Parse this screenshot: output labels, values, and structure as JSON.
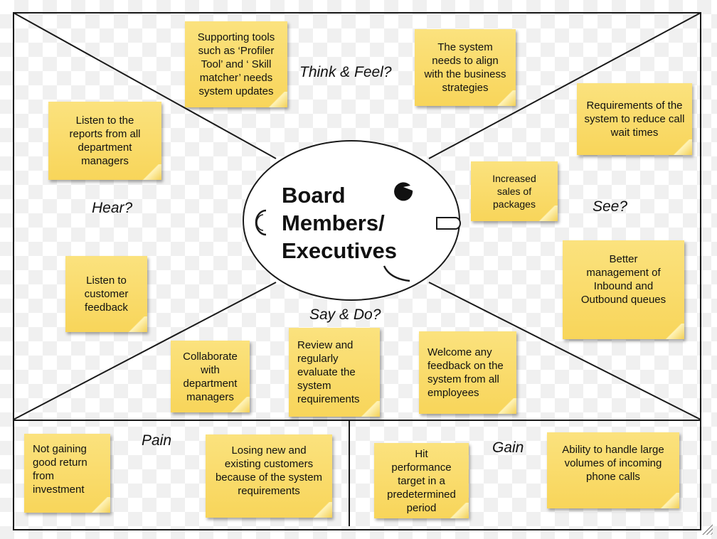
{
  "persona": {
    "line1": "Board",
    "line2": "Members/",
    "line3": "Executives"
  },
  "quadrants": {
    "think_feel": "Think & Feel?",
    "hear": "Hear?",
    "see": "See?",
    "say_do": "Say & Do?",
    "pain": "Pain",
    "gain": "Gain"
  },
  "notes": {
    "think_tools": [
      "Supporting tools",
      "such as ‘Profiler",
      "Tool’ and ‘ Skill",
      "matcher’ needs",
      "system updates"
    ],
    "think_align": [
      "The system",
      "needs to align",
      "with the business",
      "strategies"
    ],
    "hear_reports": [
      "Listen to the",
      "reports from all",
      "department",
      "managers"
    ],
    "hear_customer": [
      "Listen to",
      "customer",
      "feedback"
    ],
    "see_wait": [
      "Requirements of the",
      "system to reduce call",
      "wait times"
    ],
    "see_sales": [
      "Increased",
      "sales of",
      "packages"
    ],
    "see_queues": [
      "Better",
      "management of",
      "Inbound and",
      "Outbound queues"
    ],
    "say_collab": [
      "Collaborate",
      "with",
      "department",
      "managers"
    ],
    "say_review": [
      "Review and",
      "regularly",
      "evaluate the",
      "system",
      "requirements"
    ],
    "say_welcome": [
      "Welcome any",
      "feedback on the",
      "system from all",
      "employees"
    ],
    "pain_return": [
      "Not gaining",
      "good return",
      "from",
      "investment"
    ],
    "pain_customers": [
      "Losing new and",
      "existing customers",
      "because of the system",
      "requirements"
    ],
    "gain_target": [
      "Hit",
      "performance",
      "target in a",
      "predetermined",
      "period"
    ],
    "gain_calls": [
      "Ability to handle large",
      "volumes of incoming",
      "phone calls"
    ]
  }
}
